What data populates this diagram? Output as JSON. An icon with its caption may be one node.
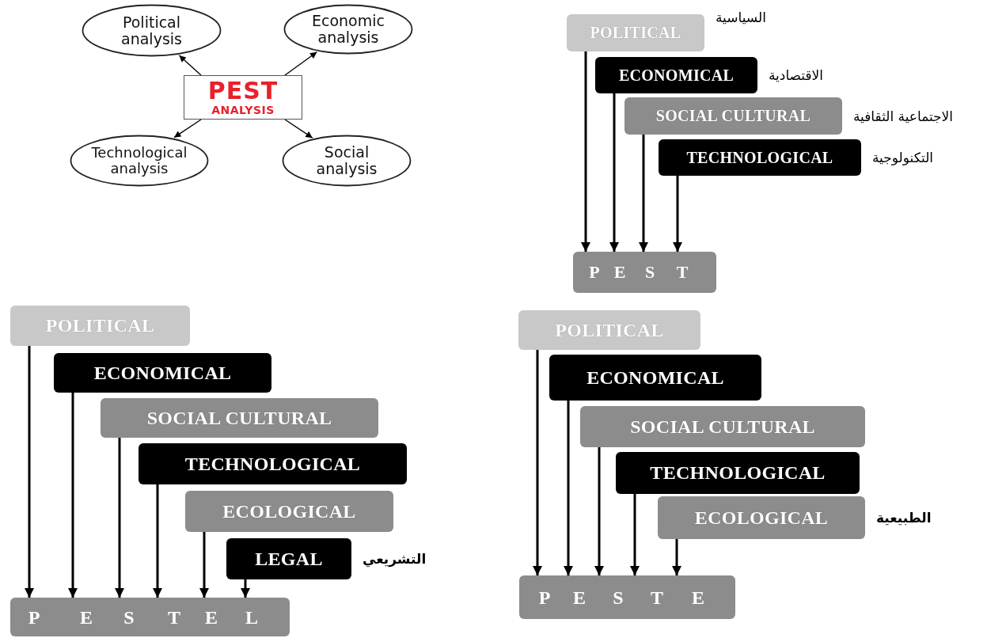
{
  "diagram": {
    "nodes": [
      {
        "text": [
          "PEST",
          "ANALYSIS"
        ]
      },
      {
        "text": [
          "Political analysis"
        ]
      },
      {
        "text": [
          "Economic analysis"
        ]
      },
      {
        "text": [
          "Technological analysis"
        ]
      },
      {
        "text": [
          "Social analysis"
        ]
      },
      {
        "text": [
          "POLITICAL"
        ],
        "beside": [
          "السياسية"
        ]
      },
      {
        "text": [
          "ECONOMICAL"
        ],
        "beside": [
          "الاقتصادية"
        ]
      },
      {
        "text": [
          "SOCIAL CULTURAL"
        ],
        "beside": [
          "الاجتماعية الثقافية"
        ]
      },
      {
        "text": [
          "TECHNOLOGICAL"
        ],
        "beside": [
          "التكنولوجية"
        ]
      },
      {
        "text": [
          "P",
          "E",
          "S",
          "T"
        ]
      },
      {
        "text": [
          "POLITICAL"
        ]
      },
      {
        "text": [
          "ECONOMICAL"
        ]
      },
      {
        "text": [
          "SOCIAL CULTURAL"
        ]
      },
      {
        "text": [
          "TECHNOLOGICAL"
        ]
      },
      {
        "text": [
          "ECOLOGICAL"
        ]
      },
      {
        "text": [
          "LEGAL"
        ],
        "beside": [
          "التشريعي"
        ]
      },
      {
        "text": [
          "P",
          "E",
          "S",
          "T",
          "E",
          "L"
        ]
      },
      {
        "text": [
          "POLITICAL"
        ]
      },
      {
        "text": [
          "ECONOMICAL"
        ]
      },
      {
        "text": [
          "SOCIAL CULTURAL"
        ]
      },
      {
        "text": [
          "TECHNOLOGICAL"
        ]
      },
      {
        "text": [
          "ECOLOGICAL"
        ],
        "beside": [
          "الطبيعية"
        ]
      },
      {
        "text": [
          "P",
          "E",
          "S",
          "T",
          "E"
        ]
      }
    ],
    "edges": [
      {
        "from": 0,
        "to": 1,
        "arrow": "to"
      },
      {
        "from": 0,
        "to": 2,
        "arrow": "to"
      },
      {
        "from": 0,
        "to": 3,
        "arrow": "to"
      },
      {
        "from": 0,
        "to": 4,
        "arrow": "to"
      },
      {
        "from": 5,
        "to": 9,
        "arrow": "to"
      },
      {
        "from": 6,
        "to": 9,
        "arrow": "to"
      },
      {
        "from": 7,
        "to": 9,
        "arrow": "to"
      },
      {
        "from": 8,
        "to": 9,
        "arrow": "to"
      },
      {
        "from": 10,
        "to": 16,
        "arrow": "to"
      },
      {
        "from": 11,
        "to": 16,
        "arrow": "to"
      },
      {
        "from": 12,
        "to": 16,
        "arrow": "to"
      },
      {
        "from": 13,
        "to": 16,
        "arrow": "to"
      },
      {
        "from": 14,
        "to": 16,
        "arrow": "to"
      },
      {
        "from": 15,
        "to": 16,
        "arrow": "to"
      },
      {
        "from": 17,
        "to": 22,
        "arrow": "to"
      },
      {
        "from": 18,
        "to": 22,
        "arrow": "to"
      },
      {
        "from": 19,
        "to": 22,
        "arrow": "to"
      },
      {
        "from": 20,
        "to": 22,
        "arrow": "to"
      },
      {
        "from": 21,
        "to": 22,
        "arrow": "to"
      }
    ]
  }
}
